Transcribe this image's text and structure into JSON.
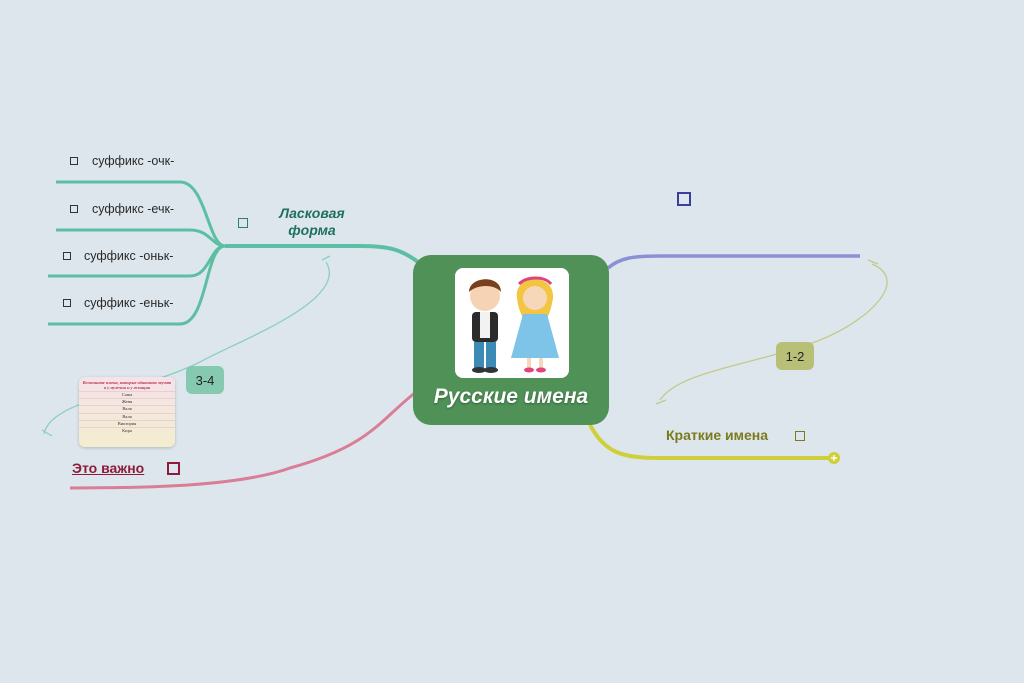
{
  "central": {
    "title": "Русские имена",
    "image_icon": "boy-and-girl-illustration"
  },
  "laskovaya": {
    "title": "Ласковая форма",
    "suffixes": [
      "суффикс -очк-",
      "суффикс -ечк-",
      "суффикс -оньк-",
      "суффикс -еньк-"
    ]
  },
  "kratkie": {
    "title": "Краткие имена",
    "badge": "1-2"
  },
  "vazhno": {
    "title": "Это важно",
    "badge": "3-4",
    "note_title": "Вспомните имена, которые одинаково звучат и у мужчин и у женщин",
    "note_rows": [
      "Саша",
      "Женя",
      "Валя",
      "Валя",
      "Виктория",
      "Кира"
    ]
  },
  "colors": {
    "background": "#dde6ec",
    "central": "#4f9157",
    "teal_branch": "#5cbfa4",
    "purple_branch": "#8b8fd6",
    "olive_branch": "#cfcf3a",
    "pink_branch": "#d97e97"
  }
}
